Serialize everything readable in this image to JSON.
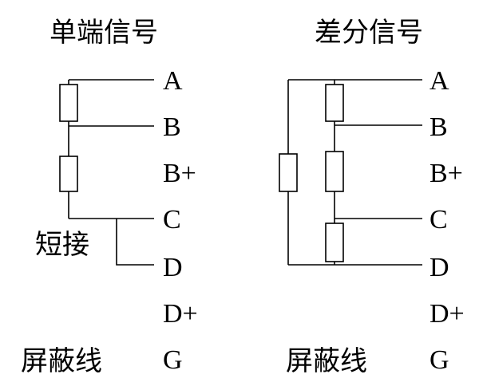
{
  "left": {
    "title": "单端信号",
    "pins": [
      "A",
      "B",
      "B+",
      "C",
      "D",
      "D+",
      "G"
    ],
    "jumper_label": "短接",
    "shield_label": "屏蔽线"
  },
  "right": {
    "title": "差分信号",
    "pins": [
      "A",
      "B",
      "B+",
      "C",
      "D",
      "D+",
      "G"
    ],
    "shield_label": "屏蔽线"
  }
}
